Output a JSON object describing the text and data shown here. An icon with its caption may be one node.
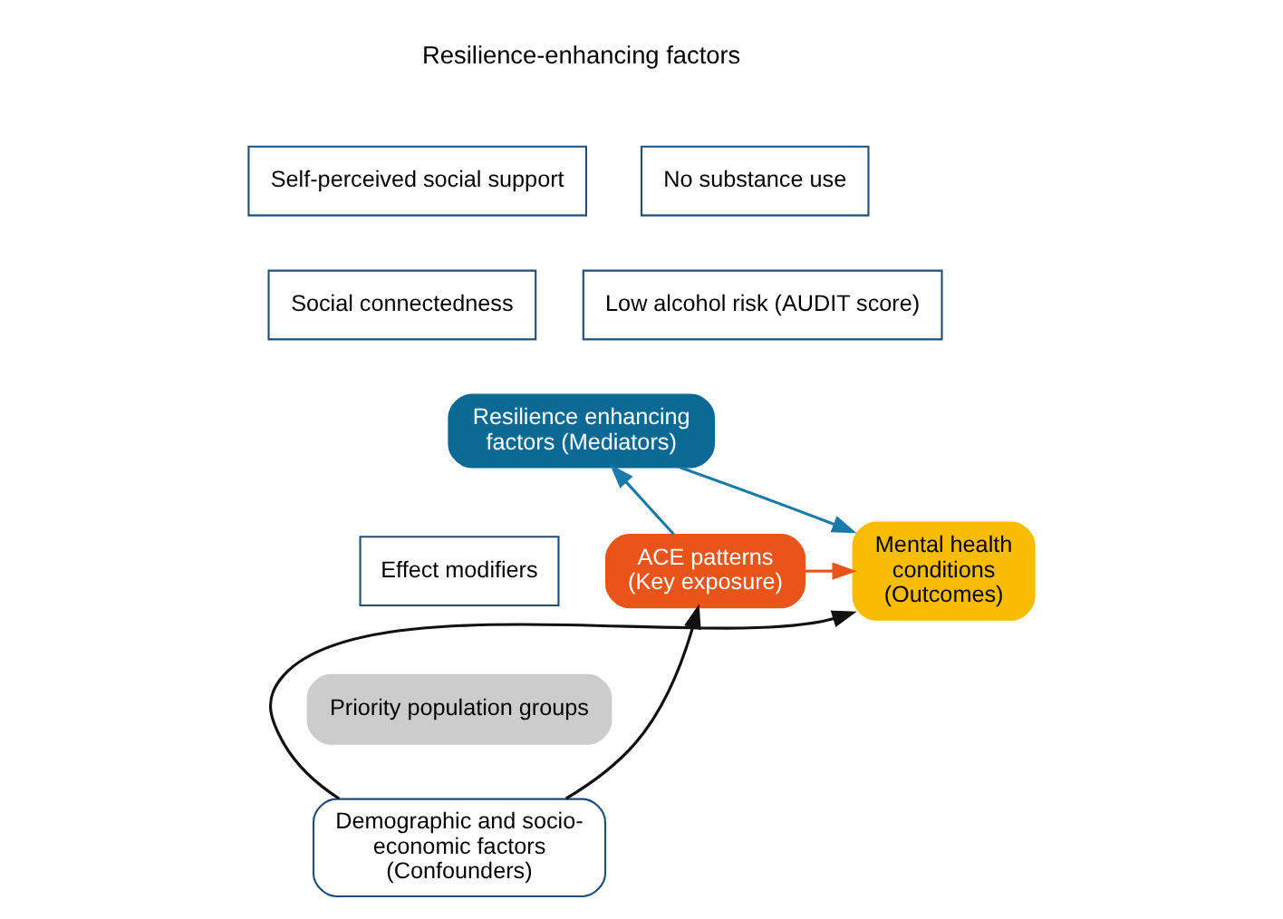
{
  "diagram": {
    "nodes": [
      {
        "text": [
          "Self-perceived social support"
        ]
      },
      {
        "text": [
          "No substance use"
        ]
      },
      {
        "text": [
          "Social connectedness"
        ]
      },
      {
        "text": [
          "Low alcohol risk (AUDIT score)"
        ]
      },
      {
        "text": [
          "Resilience enhancing factors (Mediators)"
        ]
      },
      {
        "text": [
          "ACE patterns (Key exposure)"
        ]
      },
      {
        "text": [
          "Mental health conditions (Outcomes)"
        ]
      },
      {
        "text": [
          "Effect modifiers"
        ]
      },
      {
        "text": [
          "Priority population groups"
        ]
      },
      {
        "text": [
          "Demographic and socio-economic factors (Confounders)"
        ]
      }
    ],
    "edges": [
      {
        "from": 5,
        "to": 4,
        "arrow": "to",
        "color": "#1a7aa8"
      },
      {
        "from": 4,
        "to": 6,
        "arrow": "to",
        "color": "#1a7aa8"
      },
      {
        "from": 5,
        "to": 6,
        "arrow": "to",
        "color": "#e8541a"
      },
      {
        "from": 9,
        "to": 5,
        "arrow": "to",
        "color": "#111111"
      },
      {
        "from": 9,
        "to": 6,
        "arrow": "to",
        "color": "#111111"
      }
    ],
    "labels": [
      "Resilience-enhancing factors"
    ]
  }
}
